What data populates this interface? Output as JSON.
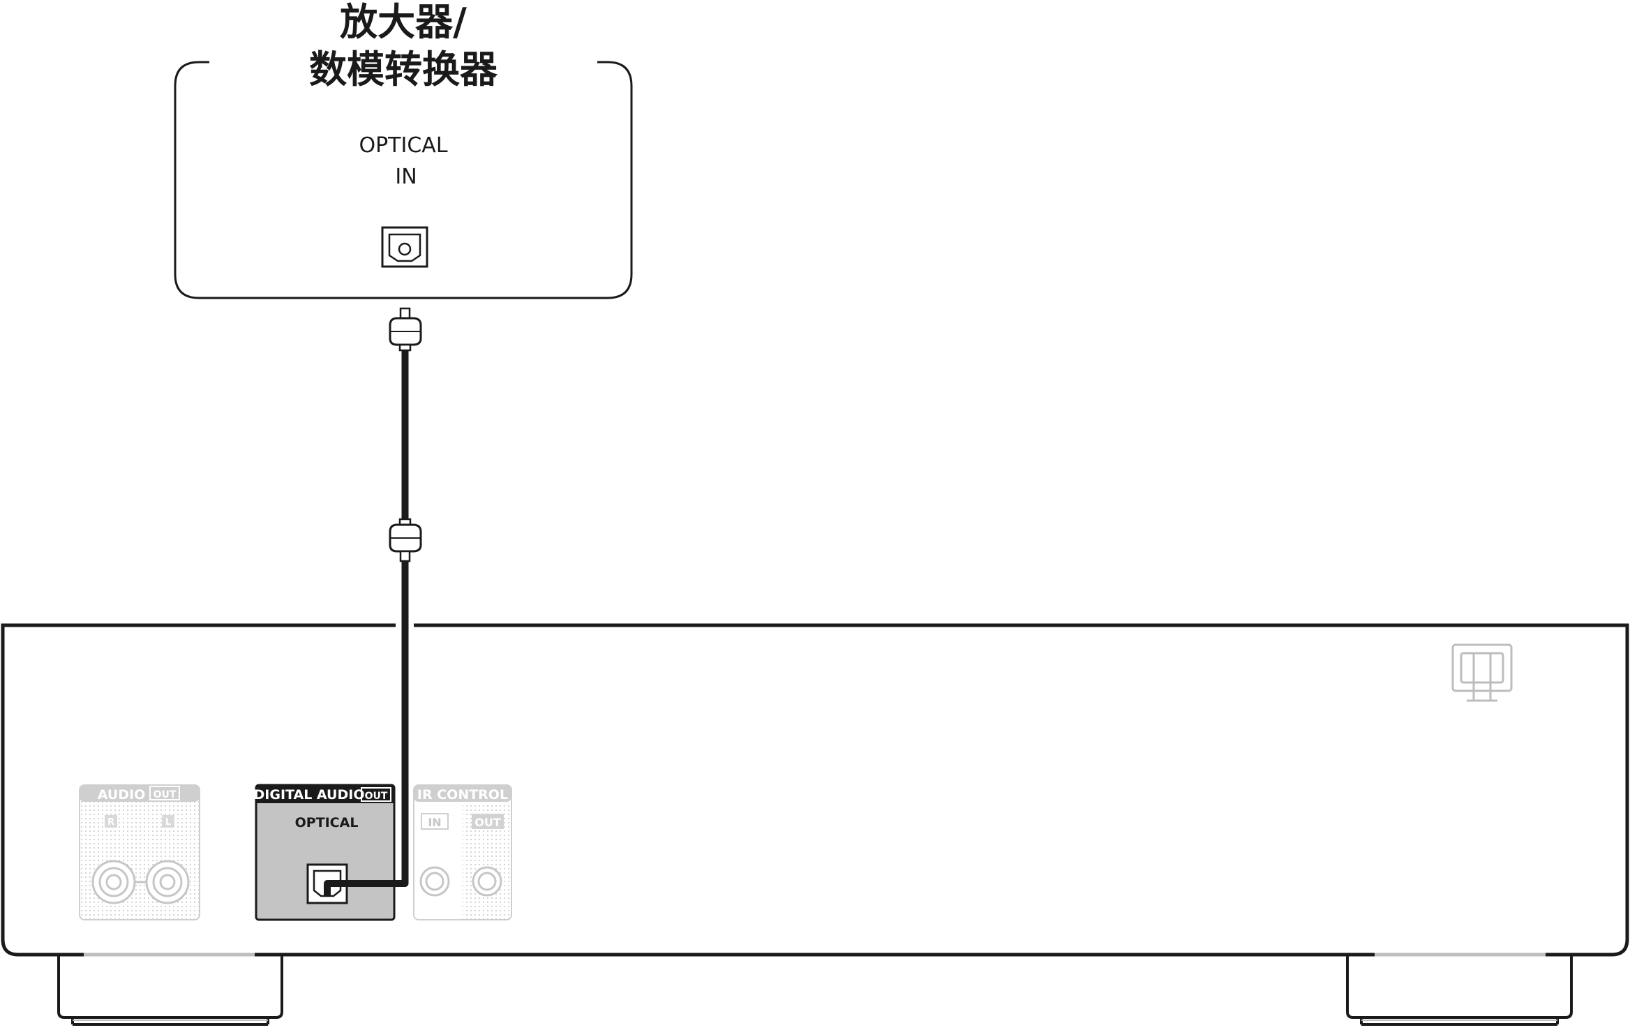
{
  "device_box": {
    "title_line1": "放大器/",
    "title_line2": "数模转换器",
    "port_label_line1": "OPTICAL",
    "port_label_line2": "IN"
  },
  "rear_panel": {
    "audio_out": {
      "header": "AUDIO",
      "header_badge": "OUT",
      "right_label": "R",
      "left_label": "L"
    },
    "digital_audio_out": {
      "header": "DIGITAL AUDIO",
      "header_badge": "OUT",
      "port_label": "OPTICAL"
    },
    "ir_control": {
      "header": "IR CONTROL",
      "in_label": "IN",
      "out_label": "OUT"
    }
  },
  "colors": {
    "line": "#1a1a1a",
    "faded": "#bdbdbd",
    "highlight_panel": "#c4c4c4",
    "background": "#ffffff"
  }
}
